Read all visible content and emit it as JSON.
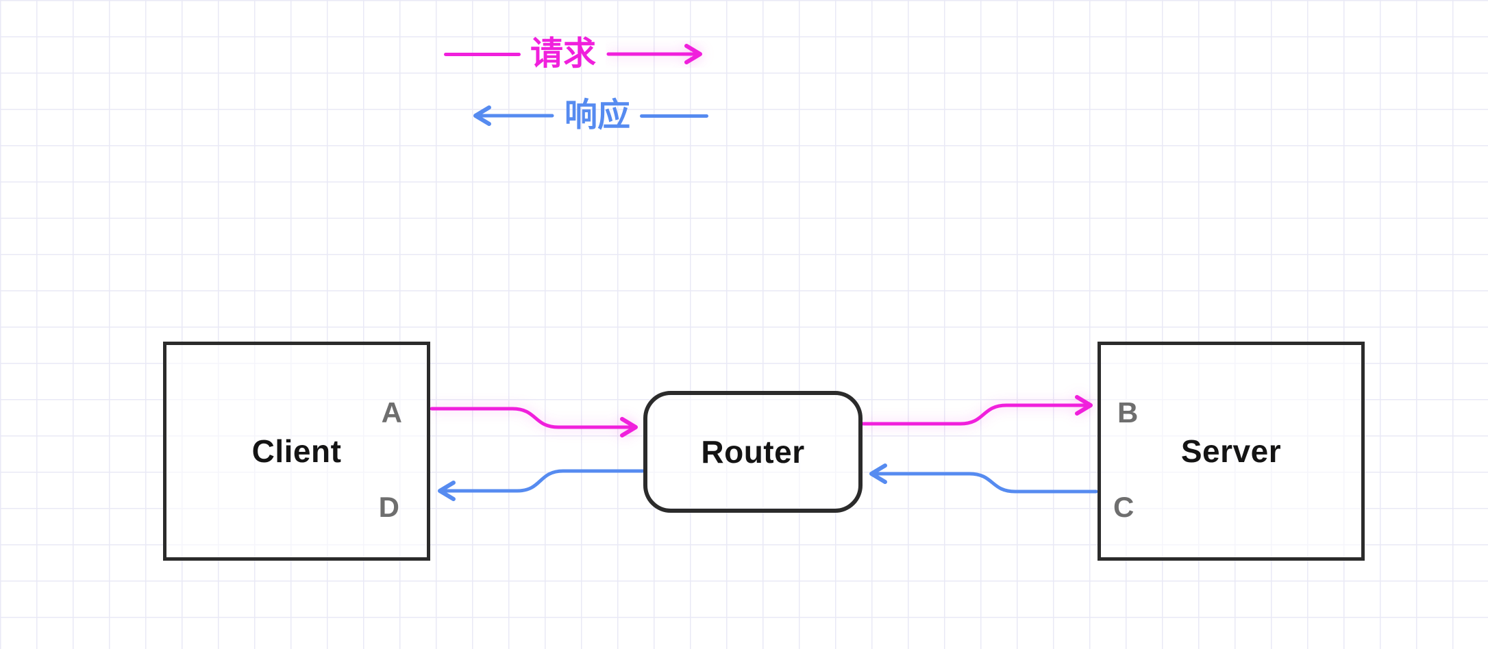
{
  "legend": {
    "request": {
      "label": "请求"
    },
    "response": {
      "label": "响应"
    }
  },
  "nodes": {
    "client": {
      "label": "Client",
      "ports": {
        "a": "A",
        "d": "D"
      }
    },
    "router": {
      "label": "Router"
    },
    "server": {
      "label": "Server",
      "ports": {
        "b": "B",
        "c": "C"
      }
    }
  },
  "edges": [
    {
      "kind": "request",
      "from": "Client:A",
      "to": "Router"
    },
    {
      "kind": "request",
      "from": "Router",
      "to": "Server:B"
    },
    {
      "kind": "response",
      "from": "Server:C",
      "to": "Router"
    },
    {
      "kind": "response",
      "from": "Router",
      "to": "Client:D"
    }
  ],
  "colors": {
    "request": "#f020dc",
    "response": "#568bf0",
    "node_border": "#2b2b2b",
    "port_label": "#6e6e6e",
    "grid_line": "#e9e9f6",
    "background": "#ffffff"
  }
}
